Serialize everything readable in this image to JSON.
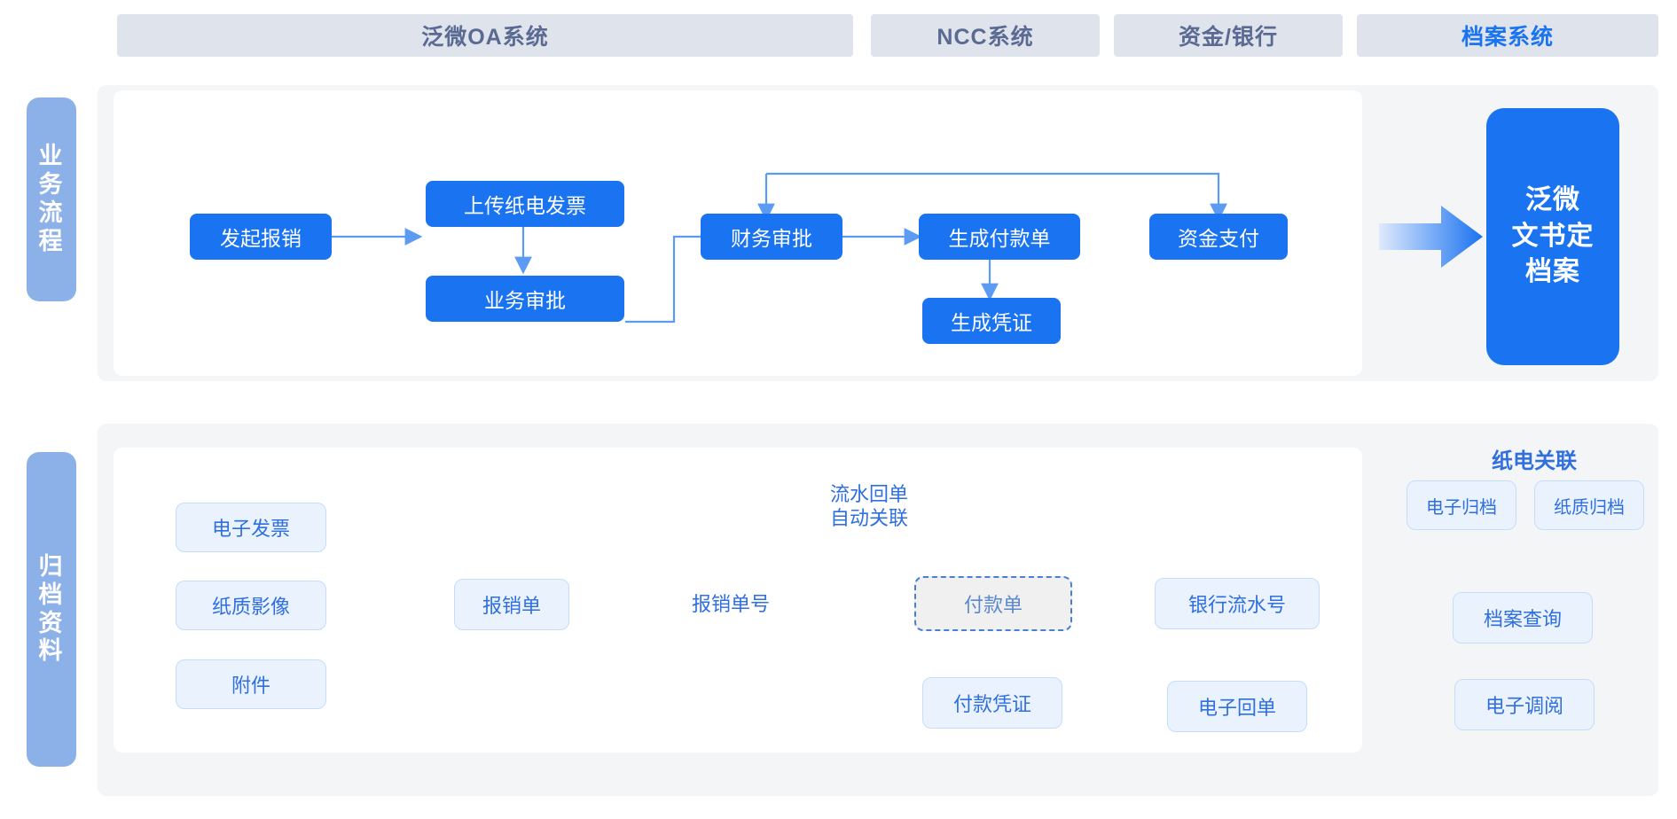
{
  "header": {
    "tabs": [
      {
        "label": "泛微OA系统",
        "accent": false
      },
      {
        "label": "NCC系统",
        "accent": false
      },
      {
        "label": "资金/银行",
        "accent": false
      },
      {
        "label": "档案系统",
        "accent": true
      }
    ]
  },
  "rails": [
    {
      "label": "业务流程",
      "chars": [
        "业",
        "务",
        "流",
        "程"
      ]
    },
    {
      "label": "归档资料",
      "chars": [
        "归",
        "档",
        "资",
        "料"
      ]
    }
  ],
  "business_flow": {
    "nodes": [
      {
        "id": "initiate",
        "label": "发起报销"
      },
      {
        "id": "upload-invoice",
        "label": "上传纸电发票"
      },
      {
        "id": "business-approve",
        "label": "业务审批"
      },
      {
        "id": "finance-approve",
        "label": "财务审批"
      },
      {
        "id": "create-payment",
        "label": "生成付款单"
      },
      {
        "id": "create-voucher",
        "label": "生成凭证"
      },
      {
        "id": "fund-payment",
        "label": "资金支付"
      }
    ],
    "target": {
      "id": "weaver-archive",
      "label": "泛微\n文书定\n档案",
      "lines": [
        "泛微",
        "文书定",
        "档案"
      ]
    }
  },
  "archive_flow": {
    "sources": [
      {
        "id": "e-invoice",
        "label": "电子发票"
      },
      {
        "id": "paper-image",
        "label": "纸质影像"
      },
      {
        "id": "attachment",
        "label": "附件"
      }
    ],
    "nodes": [
      {
        "id": "expense-form",
        "label": "报销单"
      },
      {
        "id": "payment-form",
        "label": "付款单"
      },
      {
        "id": "payment-voucher",
        "label": "付款凭证"
      },
      {
        "id": "bank-serial",
        "label": "银行流水号"
      },
      {
        "id": "e-receipt",
        "label": "电子回单"
      }
    ],
    "labels": {
      "auto_link": "流水回单\n自动关联",
      "expense_no": "报销单号"
    },
    "archive_group": {
      "title": "纸电关联",
      "nodes": [
        {
          "id": "e-archive",
          "label": "电子归档"
        },
        {
          "id": "paper-archive",
          "label": "纸质归档"
        },
        {
          "id": "archive-query",
          "label": "档案查询"
        },
        {
          "id": "e-retrieval",
          "label": "电子调阅"
        }
      ]
    }
  },
  "colors": {
    "primary": "#1a73f0",
    "tab_bg": "#dfe3ec",
    "tab_text": "#5a6a92",
    "rail_bg": "#8cb0e8",
    "node_light_bg": "#eaf2fe",
    "node_light_border": "#c5ddfb",
    "panel_outer": "#f4f5f7",
    "connector": "#6aa5f5"
  }
}
